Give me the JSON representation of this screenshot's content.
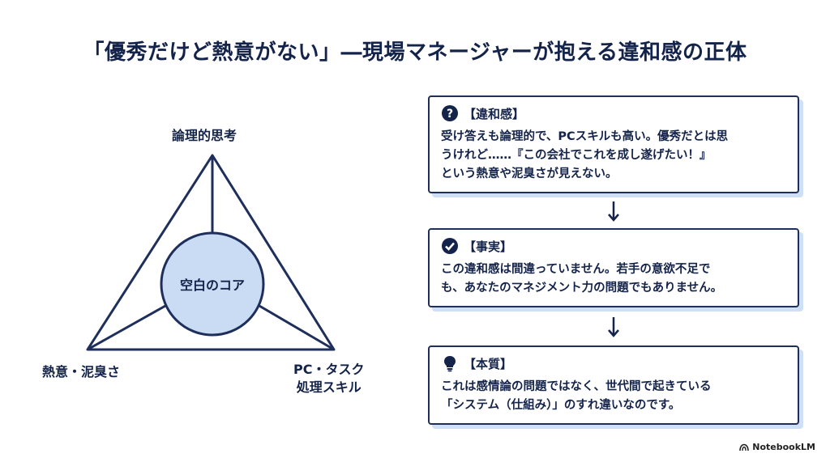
{
  "title": "「優秀だけど熱意がない」―現場マネージャーが抱える違和感の正体",
  "diagram": {
    "top_label": "論理的思考",
    "left_label": "熱意・泥臭さ",
    "right_label_line1": "PC・タスク",
    "right_label_line2": "処理スキル",
    "center_label": "空白のコア"
  },
  "cards": [
    {
      "icon": "question-icon",
      "title": "【違和感】",
      "lines": [
        "受け答えも論理的で、PCスキルも高い。優秀だとは思",
        "うけれど……『この会社でこれを成し遂げたい！』",
        "という熱意や泥臭さが見えない。"
      ]
    },
    {
      "icon": "check-icon",
      "title": "【事実】",
      "lines": [
        "この違和感は間違っていません。若手の意欲不足で",
        "も、あなたのマネジメント力の問題でもありません。"
      ]
    },
    {
      "icon": "lightbulb-icon",
      "title": "【本質】",
      "lines": [
        "これは感情論の問題ではなく、世代間で起きている",
        "「システム（仕組み）」のすれ違いなのです。"
      ]
    }
  ],
  "brand": "NotebookLM",
  "colors": {
    "navy": "#1f2f5c",
    "circle_fill": "#c9dcf3",
    "shadow": "#cfe0f6"
  }
}
